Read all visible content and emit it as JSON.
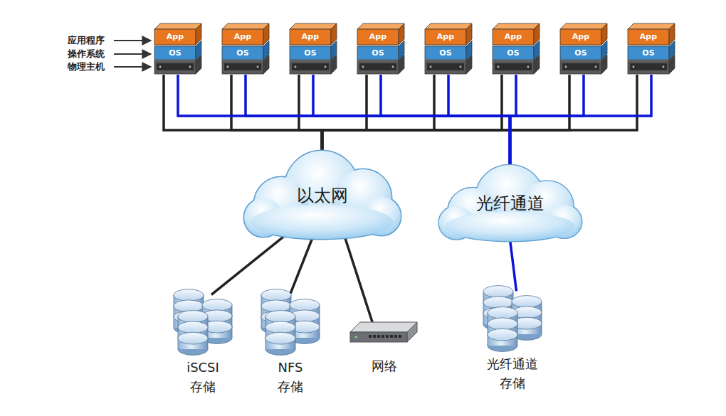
{
  "diagram": {
    "nodes": [
      {
        "text": [
          "App",
          "OS"
        ]
      },
      {
        "text": [
          "App",
          "OS"
        ]
      },
      {
        "text": [
          "App",
          "OS"
        ]
      },
      {
        "text": [
          "App",
          "OS"
        ]
      },
      {
        "text": [
          "App",
          "OS"
        ]
      },
      {
        "text": [
          "App",
          "OS"
        ]
      },
      {
        "text": [
          "App",
          "OS"
        ]
      },
      {
        "text": [
          "App",
          "OS"
        ]
      },
      {
        "text": [
          "以太网"
        ]
      },
      {
        "text": [
          "光纤通道"
        ]
      },
      {
        "text": [
          "iSCSI 存储"
        ]
      },
      {
        "text": [
          "NFS 存储"
        ]
      },
      {
        "text": [
          "网络"
        ]
      },
      {
        "text": [
          "光纤通道 存储"
        ]
      }
    ],
    "edges": [
      {
        "from": 0,
        "to": 8,
        "arrow": "none"
      },
      {
        "from": 1,
        "to": 8,
        "arrow": "none"
      },
      {
        "from": 2,
        "to": 8,
        "arrow": "none"
      },
      {
        "from": 3,
        "to": 8,
        "arrow": "none"
      },
      {
        "from": 4,
        "to": 8,
        "arrow": "none"
      },
      {
        "from": 5,
        "to": 8,
        "arrow": "none"
      },
      {
        "from": 6,
        "to": 8,
        "arrow": "none"
      },
      {
        "from": 7,
        "to": 8,
        "arrow": "none"
      },
      {
        "from": 0,
        "to": 9,
        "arrow": "none"
      },
      {
        "from": 1,
        "to": 9,
        "arrow": "none"
      },
      {
        "from": 2,
        "to": 9,
        "arrow": "none"
      },
      {
        "from": 3,
        "to": 9,
        "arrow": "none"
      },
      {
        "from": 4,
        "to": 9,
        "arrow": "none"
      },
      {
        "from": 5,
        "to": 9,
        "arrow": "none"
      },
      {
        "from": 6,
        "to": 9,
        "arrow": "none"
      },
      {
        "from": 7,
        "to": 9,
        "arrow": "none"
      },
      {
        "from": 8,
        "to": 10,
        "arrow": "none"
      },
      {
        "from": 8,
        "to": 11,
        "arrow": "none"
      },
      {
        "from": 8,
        "to": 12,
        "arrow": "none"
      },
      {
        "from": 9,
        "to": 13,
        "arrow": "none"
      }
    ],
    "labels": [
      "应用程序",
      "操作系统",
      "物理主机"
    ]
  }
}
